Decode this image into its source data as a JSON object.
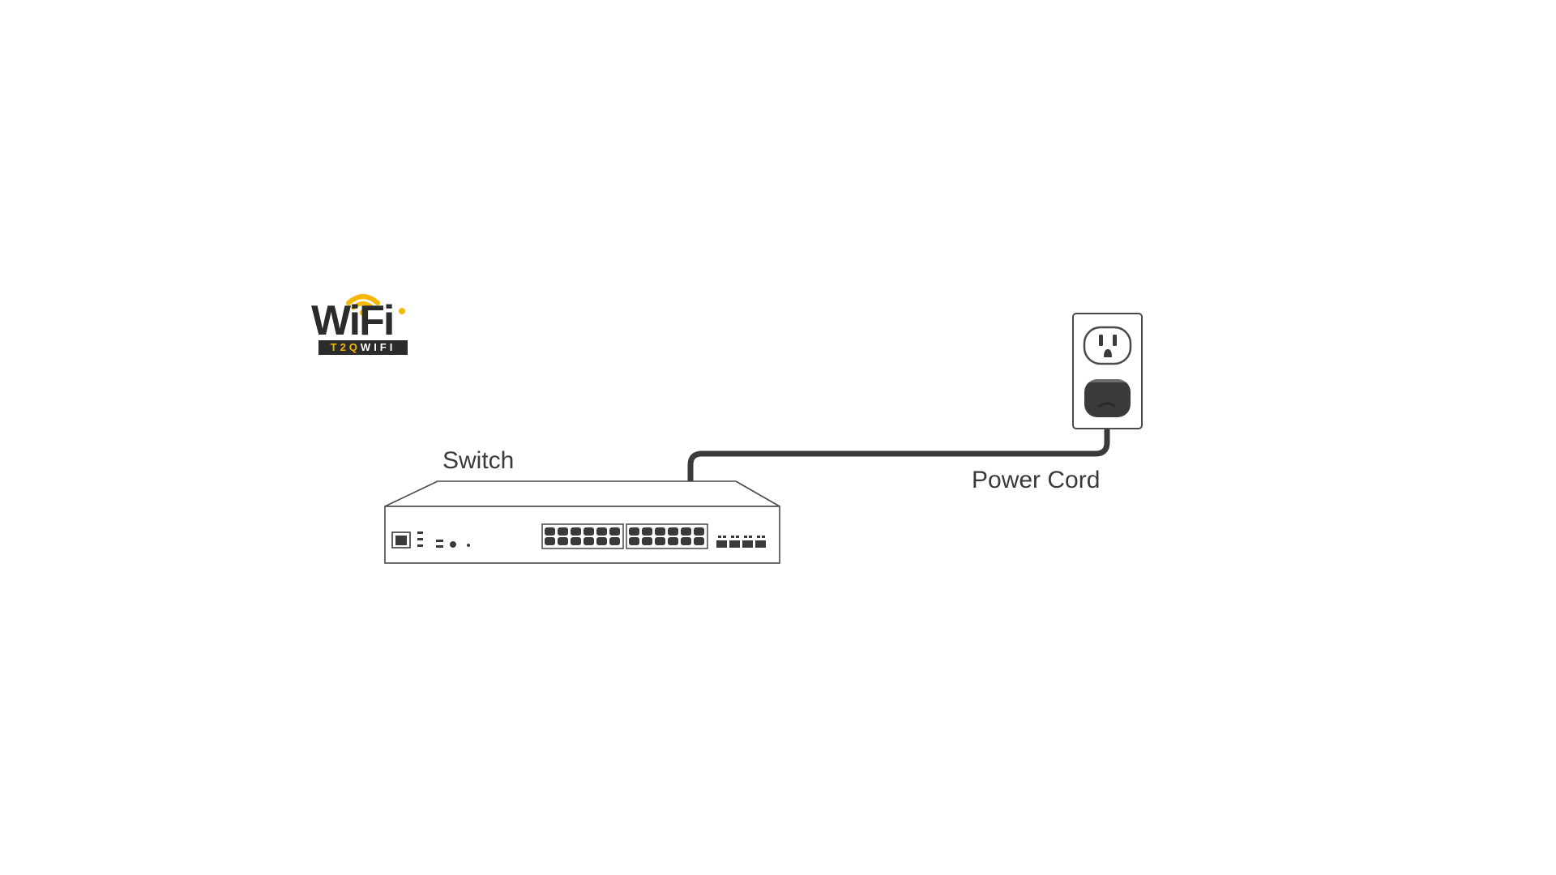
{
  "diagram": {
    "labels": {
      "switch": "Switch",
      "power_cord": "Power Cord"
    },
    "logo": {
      "wordmark": "WiFi",
      "brand_prefix": "T2Q",
      "brand_suffix": "WIFI",
      "accent_color": "#F5B800",
      "dark_color": "#2B2B2B"
    },
    "colors": {
      "outline": "#4A4A4A",
      "cable": "#3A3A3A",
      "plug": "#3A3A3A",
      "text": "#3A3A3A"
    },
    "icons": [
      "switch-device",
      "wall-outlet-icon",
      "power-plug-icon",
      "power-cable",
      "wifi-logo"
    ]
  }
}
